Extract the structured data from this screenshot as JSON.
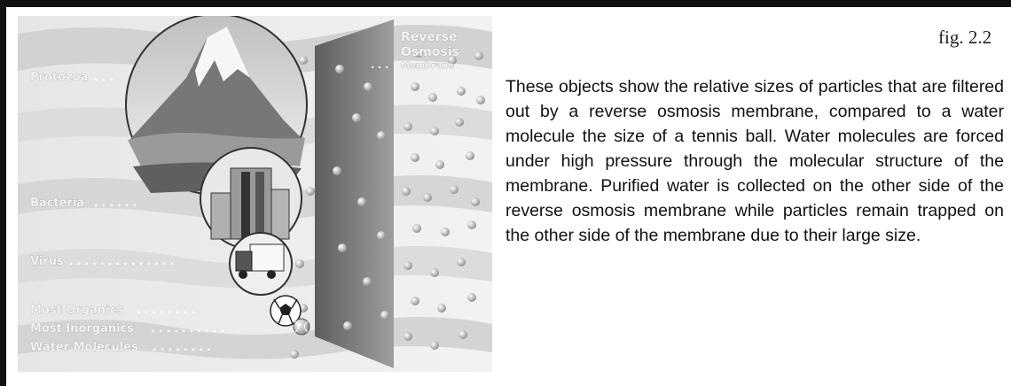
{
  "figure_label": "fig. 2.2",
  "caption": "These objects show the relative sizes of particles that are filtered out by a reverse osmosis membrane, compared to a water molecule the size of a tennis ball.  Water molecules are forced under high pressure through the molecular structure of the membrane.  Purified water is collected on the other side of the reverse osmosis membrane while particles remain trapped on the other side of the membrane due to their large size.",
  "diagram": {
    "membrane_title_line1": "Reverse",
    "membrane_title_line2": "Osmosis",
    "membrane_title_line3": "Membrane",
    "particle_labels": [
      {
        "label": "Protozoa",
        "example": "mountain"
      },
      {
        "label": "Bacteria",
        "example": "building"
      },
      {
        "label": "Virus",
        "example": "truck"
      },
      {
        "label": "Most Organics",
        "example": "soccer-ball"
      },
      {
        "label": "Most Inorganics",
        "example": "tennis-ball"
      },
      {
        "label": "Water Molecules",
        "example": "small-ball"
      }
    ]
  },
  "colors": {
    "frame": "#111111",
    "background_wave": "#d9d9d9",
    "membrane": "#8a8a8a",
    "label_text": "#f4f4f4"
  }
}
